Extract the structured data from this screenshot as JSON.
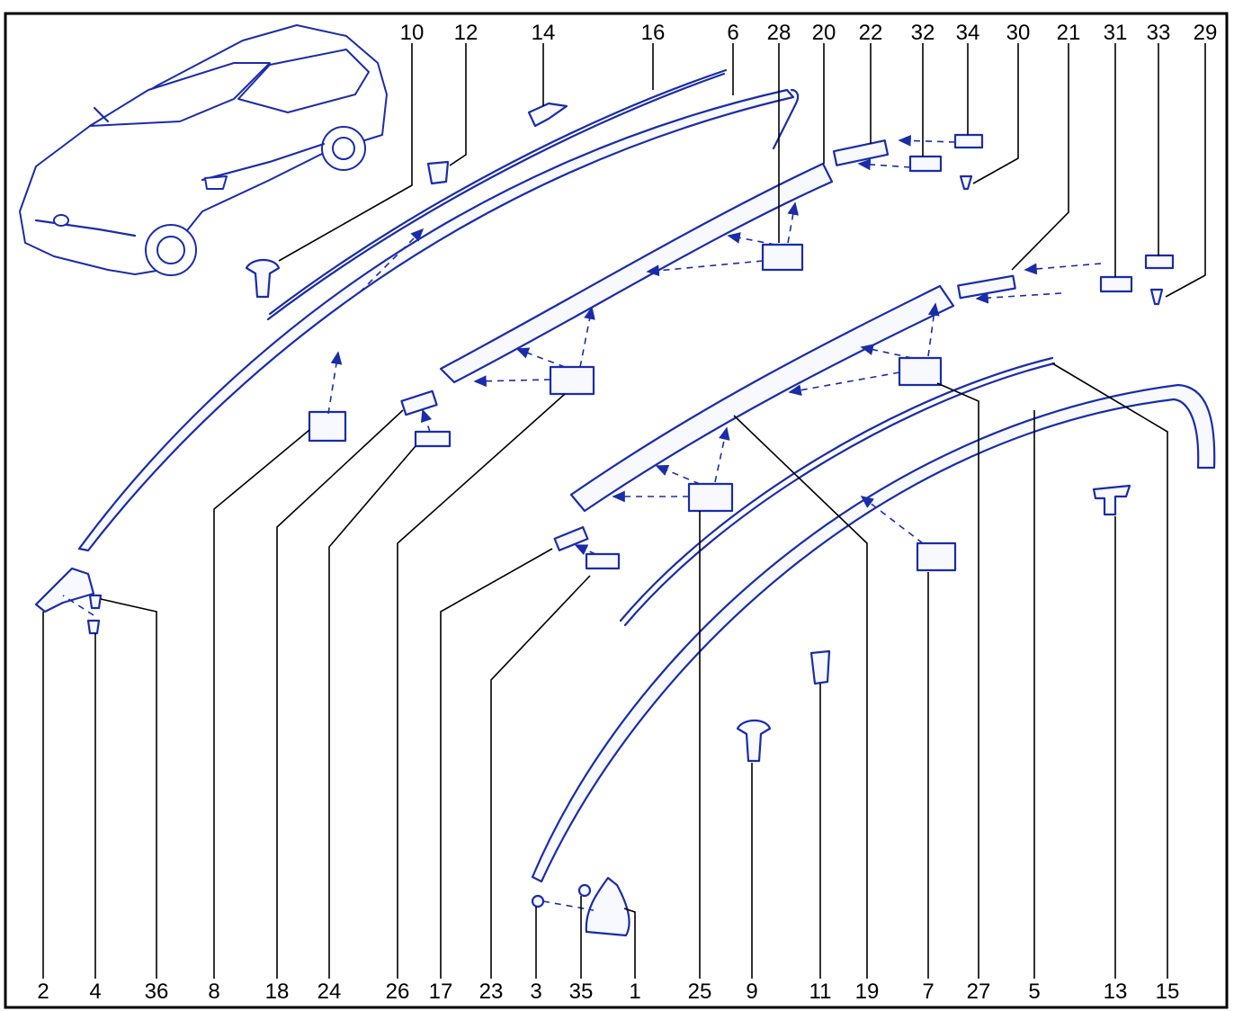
{
  "diagram": {
    "colors": {
      "line_art": "#1a2ca8",
      "labels": "#000000",
      "background": "#ffffff"
    },
    "top_labels": [
      "10",
      "12",
      "14",
      "16",
      "6",
      "28",
      "20",
      "22",
      "32",
      "34",
      "30",
      "21",
      "31",
      "33",
      "29"
    ],
    "bottom_labels": [
      "2",
      "4",
      "36",
      "8",
      "18",
      "24",
      "26",
      "17",
      "23",
      "3",
      "35",
      "1",
      "25",
      "9",
      "11",
      "19",
      "7",
      "27",
      "5",
      "13",
      "15"
    ]
  }
}
